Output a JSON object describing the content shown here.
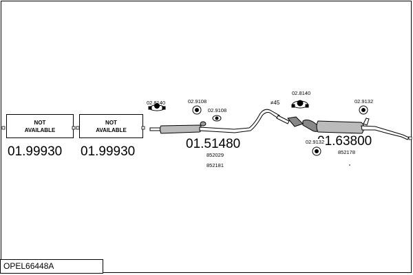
{
  "not_available_boxes": [
    {
      "line1": "NOT",
      "line2": "AVAILABLE",
      "part_number": "01.99930"
    },
    {
      "line1": "NOT",
      "line2": "AVAILABLE",
      "part_number": "01.99930"
    }
  ],
  "parts": [
    {
      "part_number": "01.51480",
      "refs": [
        "852029",
        "852181"
      ]
    },
    {
      "part_number": "01.63800",
      "refs": [
        "852178"
      ]
    }
  ],
  "accessories": {
    "clamp_left": "02.8140",
    "hanger_left_a": "02.9108",
    "hanger_left_b": "02.9108",
    "gasket_middle": "02.8140",
    "hanger_right_a": "02.9132",
    "hanger_right_b": "02.9132"
  },
  "angle_label": "≠45",
  "code": "OPEL66448A"
}
